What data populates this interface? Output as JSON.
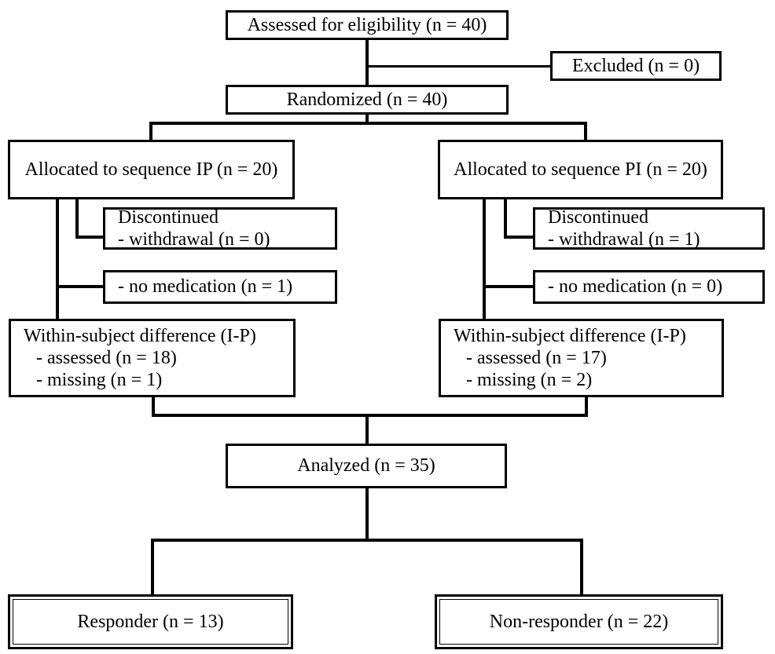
{
  "diagram": {
    "type": "consort-flow-diagram",
    "title": "CONSORT participant flow diagram (crossover trial)",
    "nodes": {
      "assessed": {
        "label": "Assessed for eligibility (n = 40)",
        "n": 40
      },
      "excluded": {
        "label": "Excluded (n = 0)",
        "n": 0
      },
      "randomized": {
        "label": "Randomized (n = 40)",
        "n": 40
      },
      "allocated_ip": {
        "label": "Allocated to sequence IP (n = 20)",
        "n": 20
      },
      "allocated_pi": {
        "label": "Allocated to sequence PI (n = 20)",
        "n": 20
      },
      "disc_ip_title": {
        "label": "Discontinued"
      },
      "disc_ip_withdrawal": {
        "label": "- withdrawal (n = 0)",
        "n": 0
      },
      "disc_ip_nomed": {
        "label": "- no medication (n = 1)",
        "n": 1
      },
      "disc_pi_title": {
        "label": "Discontinued"
      },
      "disc_pi_withdrawal": {
        "label": "- withdrawal (n = 1)",
        "n": 1
      },
      "disc_pi_nomed": {
        "label": "- no medication (n = 0)",
        "n": 0
      },
      "within_ip_title": {
        "label": "Within-subject difference (I-P)"
      },
      "within_ip_assessed": {
        "label": "- assessed (n = 18)",
        "n": 18
      },
      "within_ip_missing": {
        "label": "- missing (n = 1)",
        "n": 1
      },
      "within_pi_title": {
        "label": "Within-subject difference (I-P)"
      },
      "within_pi_assessed": {
        "label": "- assessed (n = 17)",
        "n": 17
      },
      "within_pi_missing": {
        "label": "- missing (n = 2)",
        "n": 2
      },
      "analyzed": {
        "label": "Analyzed (n = 35)",
        "n": 35
      },
      "responder": {
        "label": "Responder (n = 13)",
        "n": 13
      },
      "non_responder": {
        "label": "Non-responder (n = 22)",
        "n": 22
      }
    },
    "colors": {
      "line": "#000000",
      "box_fill": "#ffffff",
      "text": "#000000"
    }
  }
}
